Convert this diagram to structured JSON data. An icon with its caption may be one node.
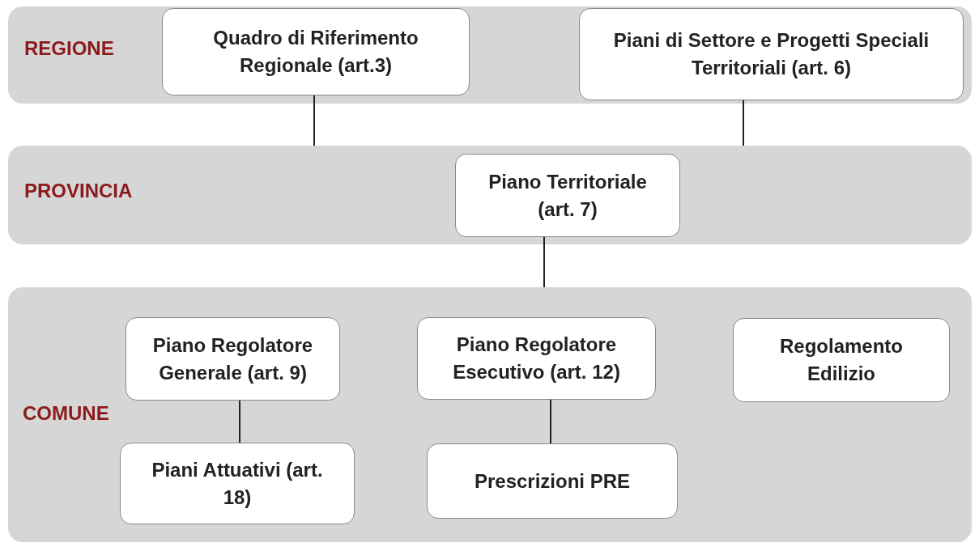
{
  "diagram": {
    "nodes": [
      {
        "text": [
          "REGIONE"
        ]
      },
      {
        "text": [
          "Quadro di Riferimento Regionale (art.3)"
        ],
        "in": 0
      },
      {
        "text": [
          "Piani di Settore e Progetti Speciali Territoriali (art. 6)"
        ],
        "in": 0
      },
      {
        "text": [
          "PROVINCIA"
        ]
      },
      {
        "text": [
          "Piano Territoriale (art. 7)"
        ],
        "in": 3
      },
      {
        "text": [
          "COMUNE"
        ]
      },
      {
        "text": [
          "Piano Regolatore Generale (art. 9)"
        ],
        "in": 5
      },
      {
        "text": [
          "Piano Regolatore Esecutivo (art. 12)"
        ],
        "in": 5
      },
      {
        "text": [
          "Regolamento Edilizio"
        ],
        "in": 5
      },
      {
        "text": [
          "Piani Attuativi (art. 18)"
        ],
        "in": 5
      },
      {
        "text": [
          "Prescrizioni PRE"
        ],
        "in": 5
      }
    ],
    "edges": [
      {
        "from": 1,
        "to": 3,
        "arrow": "none"
      },
      {
        "from": 2,
        "to": 3,
        "arrow": "none"
      },
      {
        "from": 4,
        "to": 5,
        "arrow": "none"
      },
      {
        "from": 6,
        "to": 9,
        "arrow": "none"
      },
      {
        "from": 7,
        "to": 10,
        "arrow": "none"
      }
    ]
  }
}
